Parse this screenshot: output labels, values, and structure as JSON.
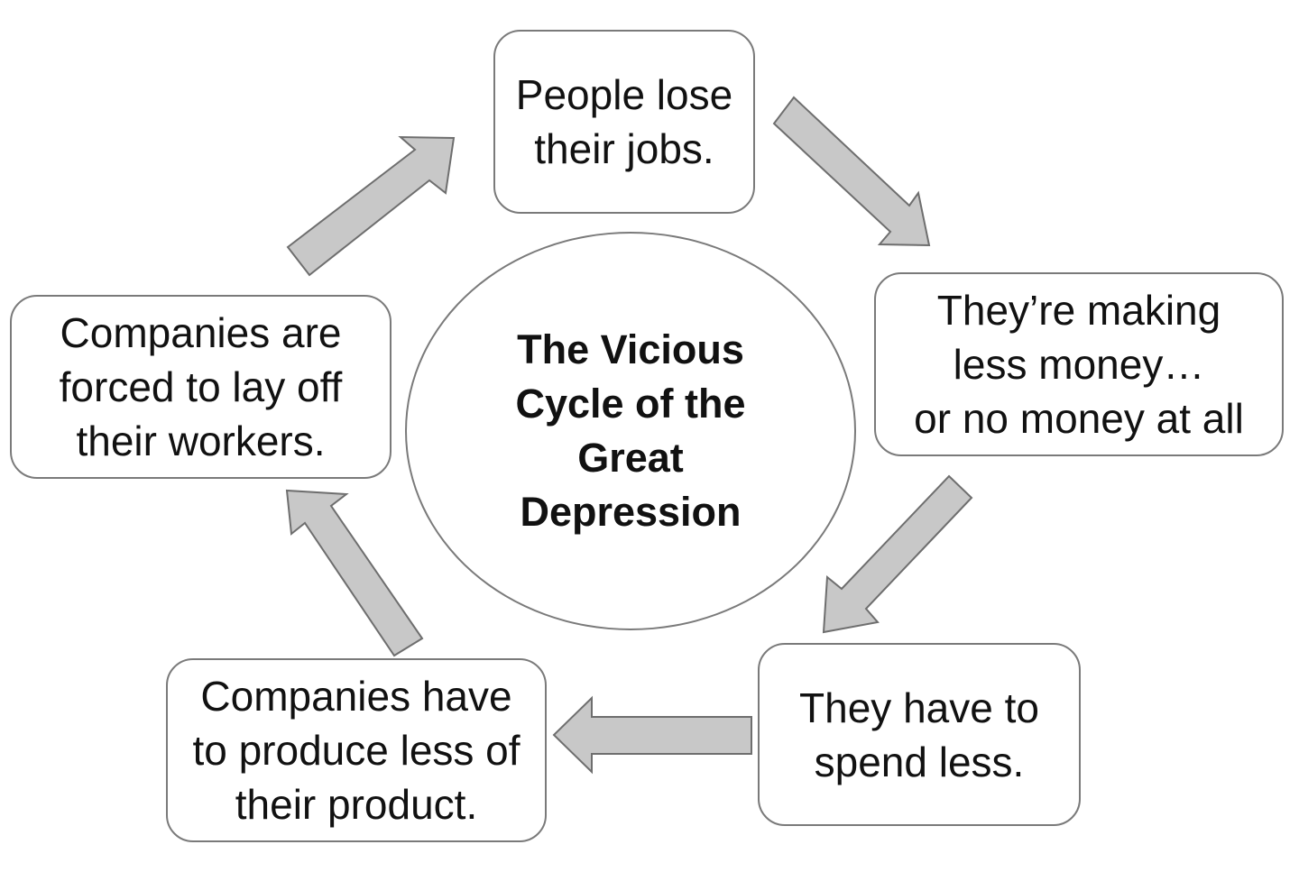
{
  "center": {
    "lines": [
      "The Vicious",
      "Cycle of the",
      "Great",
      "Depression"
    ]
  },
  "steps": [
    {
      "lines": [
        "People lose",
        "their jobs."
      ]
    },
    {
      "lines": [
        "They’re making",
        "less money…",
        "or no money at all"
      ]
    },
    {
      "lines": [
        "They have to",
        "spend less."
      ]
    },
    {
      "lines": [
        "Companies have",
        "to produce less of",
        "their product."
      ]
    },
    {
      "lines": [
        "Companies are",
        "forced to lay off",
        "their workers."
      ]
    }
  ],
  "colors": {
    "arrow_fill": "#c8c8c8",
    "arrow_stroke": "#6e6e6e",
    "box_border": "#7a7a7a",
    "text": "#111111"
  }
}
